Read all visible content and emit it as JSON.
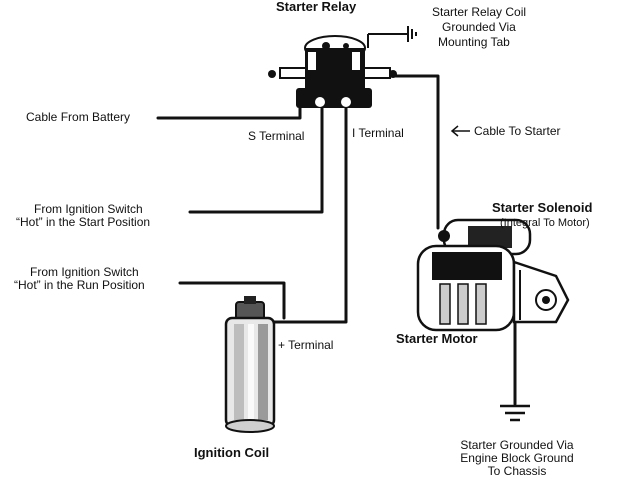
{
  "labels": {
    "starter_relay": "Starter Relay",
    "relay_coil_line1": "Starter Relay Coil",
    "relay_coil_line2": "Grounded Via",
    "relay_coil_line3": "Mounting Tab",
    "cable_from_battery": "Cable From Battery",
    "s_terminal": "S Terminal",
    "i_terminal": "I Terminal",
    "cable_to_starter": "Cable To Starter",
    "ign_start_line1": "From Ignition Switch",
    "ign_start_line2": "“Hot” in the Start Position",
    "starter_solenoid": "Starter Solenoid",
    "integral_to_motor": "(Integral To Motor)",
    "ign_run_line1": "From Ignition Switch",
    "ign_run_line2": "“Hot” in the Run Position",
    "plus_terminal": "+ Terminal",
    "starter_motor": "Starter Motor",
    "ignition_coil": "Ignition Coil",
    "chassis_line1": "Starter Grounded Via",
    "chassis_line2": "Engine Block Ground",
    "chassis_line3": "To Chassis"
  }
}
